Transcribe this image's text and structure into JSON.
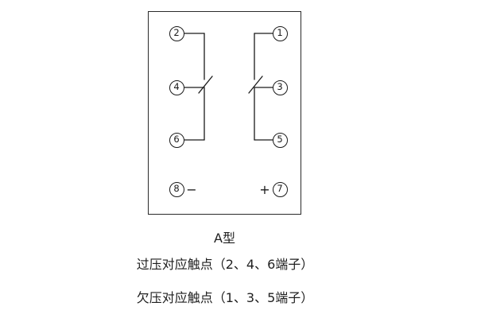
{
  "diagram": {
    "type": "relay-terminal-wiring",
    "title": "A型",
    "terminals": {
      "t1": "1",
      "t2": "2",
      "t3": "3",
      "t4": "4",
      "t5": "5",
      "t6": "6",
      "t7": "7",
      "t8": "8"
    },
    "polarity": {
      "minus": "−",
      "plus": "+"
    },
    "captions": {
      "overvoltage": "过压对应触点（2、4、6端子）",
      "undervoltage": "欠压对应触点（1、3、5端子）"
    },
    "colors": {
      "line": "#1a1a1a",
      "background": "#ffffff"
    }
  }
}
